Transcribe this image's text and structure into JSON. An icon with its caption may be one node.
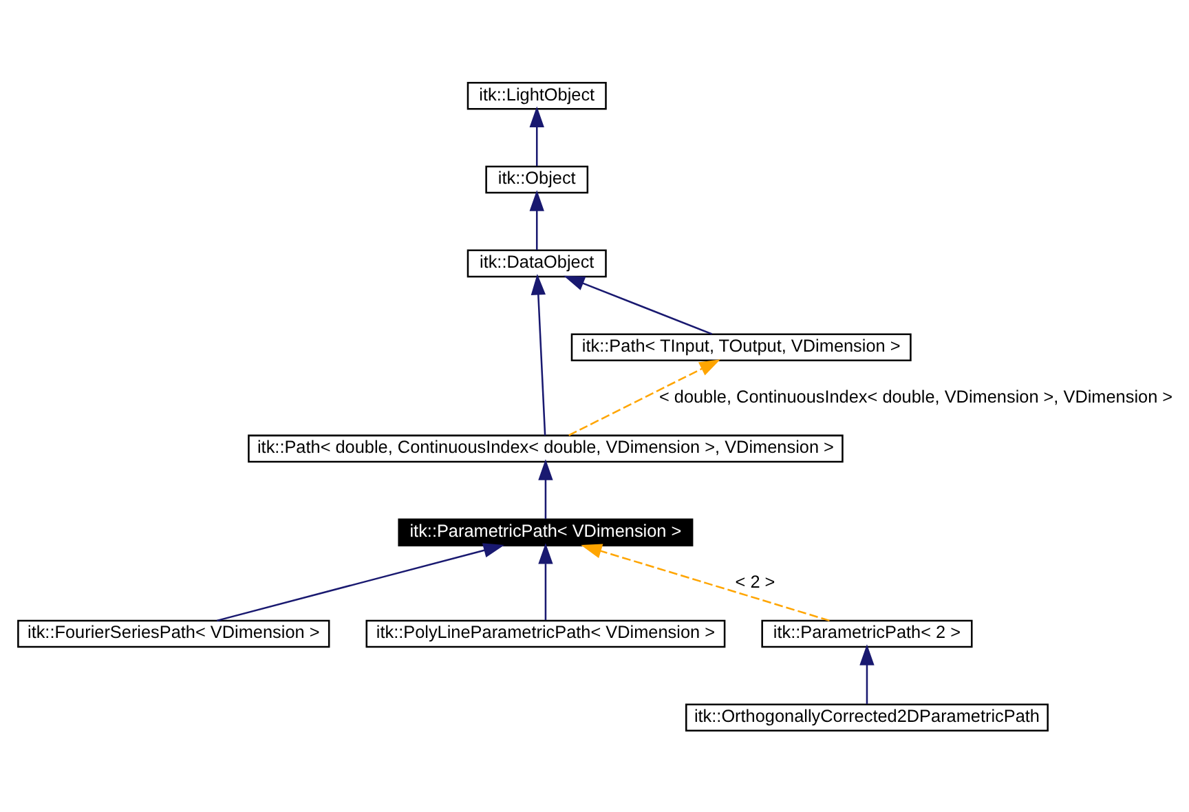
{
  "diagram": {
    "nodes": [
      {
        "text": [
          "itk::LightObject"
        ]
      },
      {
        "text": [
          "itk::Object"
        ]
      },
      {
        "text": [
          "itk::DataObject"
        ]
      },
      {
        "text": [
          "itk::Path< TInput, TOutput, VDimension >"
        ]
      },
      {
        "text": [
          "itk::Path< double, ContinuousIndex< double, VDimension >, VDimension >"
        ]
      },
      {
        "text": [
          "itk::ParametricPath< VDimension >"
        ]
      },
      {
        "text": [
          "itk::FourierSeriesPath< VDimension >"
        ]
      },
      {
        "text": [
          "itk::PolyLineParametricPath< VDimension >"
        ]
      },
      {
        "text": [
          "itk::ParametricPath< 2 >"
        ]
      },
      {
        "text": [
          "itk::OrthogonallyCorrected2DParametricPath"
        ]
      }
    ],
    "edges": [
      {
        "from": 1,
        "to": 0,
        "arrow": "to"
      },
      {
        "from": 2,
        "to": 1,
        "arrow": "to"
      },
      {
        "from": 3,
        "to": 2,
        "arrow": "to"
      },
      {
        "from": 4,
        "to": 2,
        "arrow": "to"
      },
      {
        "from": 4,
        "to": 3,
        "arrow": "to",
        "label": "< double, ContinuousIndex< double, VDimension >, VDimension >",
        "style": "dashed",
        "color": "#ffa500"
      },
      {
        "from": 5,
        "to": 4,
        "arrow": "to"
      },
      {
        "from": 6,
        "to": 5,
        "arrow": "to"
      },
      {
        "from": 7,
        "to": 5,
        "arrow": "to"
      },
      {
        "from": 8,
        "to": 5,
        "arrow": "to",
        "label": "< 2 >",
        "style": "dashed",
        "color": "#ffa500"
      },
      {
        "from": 9,
        "to": 8,
        "arrow": "to"
      }
    ]
  }
}
